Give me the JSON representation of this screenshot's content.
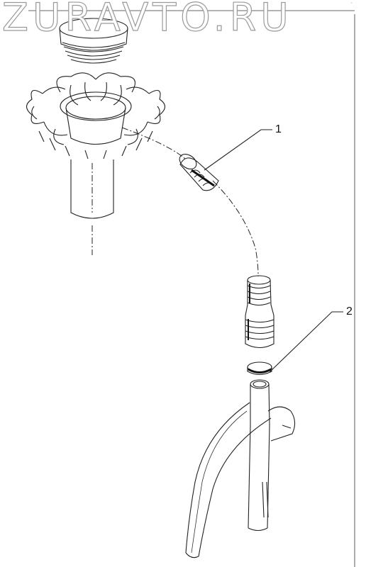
{
  "watermark": "ZURAVTO.RU",
  "corner_mark": "~",
  "callouts": [
    {
      "id": "1",
      "label": "1"
    },
    {
      "id": "2",
      "label": "2"
    }
  ],
  "colors": {
    "line": "#222222",
    "watermark_outline": "#9a9a9a",
    "background": "#ffffff"
  }
}
